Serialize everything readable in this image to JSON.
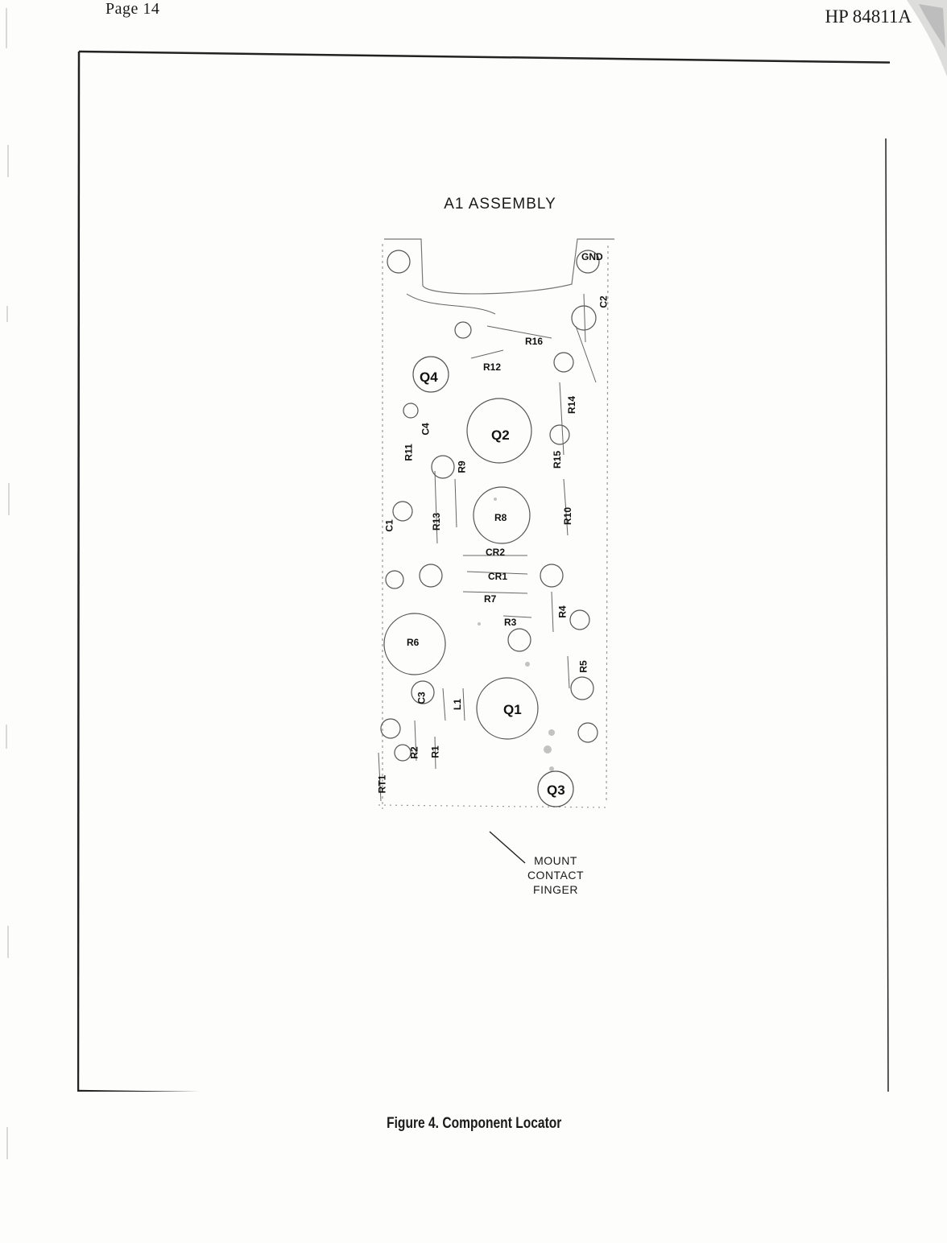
{
  "header": {
    "page_number": "Page 14",
    "model": "HP 84811A"
  },
  "figure": {
    "assembly_title": "A1 ASSEMBLY",
    "component_labels": {
      "gnd": "GND",
      "c2": "C2",
      "r16": "R16",
      "r12": "R12",
      "q4": "Q4",
      "r14": "R14",
      "c4": "C4",
      "q2": "Q2",
      "r11": "R11",
      "r9": "R9",
      "r15": "R15",
      "c1": "C1",
      "r13": "R13",
      "r8": "R8",
      "r10": "R10",
      "cr2": "CR2",
      "cr1": "CR1",
      "r7": "R7",
      "r4": "R4",
      "r3": "R3",
      "r6": "R6",
      "r5": "R5",
      "c3": "C3",
      "l1": "L1",
      "q1": "Q1",
      "r2": "R2",
      "r1": "R1",
      "rt1": "RT1",
      "q3": "Q3"
    },
    "callout": {
      "line1": "MOUNT",
      "line2": "CONTACT",
      "line3": "FINGER"
    },
    "caption": "Figure 4.  Component Locator"
  }
}
